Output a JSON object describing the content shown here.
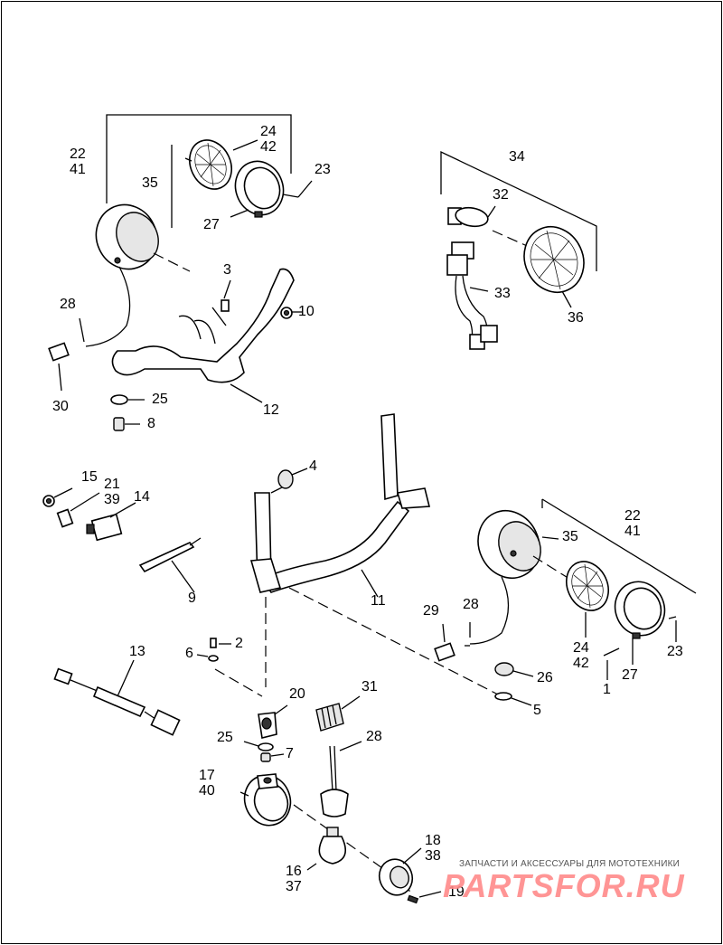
{
  "callouts": {
    "c1": "22",
    "c2": "41",
    "c3": "24",
    "c4": "42",
    "c5": "23",
    "c6": "35",
    "c7": "27",
    "c8": "3",
    "c9": "10",
    "c10": "28",
    "c11": "30",
    "c12": "25",
    "c13": "12",
    "c14": "8",
    "c15": "34",
    "c16": "32",
    "c17": "33",
    "c18": "36",
    "c19": "4",
    "c20": "15",
    "c21": "21",
    "c22": "39",
    "c23": "14",
    "c24": "9",
    "c25": "11",
    "c26": "22",
    "c27": "41",
    "c28": "35",
    "c29": "29",
    "c30": "28",
    "c31": "24",
    "c32": "42",
    "c33": "27",
    "c34": "1",
    "c35": "23",
    "c36": "26",
    "c37": "5",
    "c38": "13",
    "c39": "2",
    "c40": "6",
    "c41": "20",
    "c42": "31",
    "c43": "25",
    "c44": "7",
    "c45": "28",
    "c46": "17",
    "c47": "40",
    "c48": "16",
    "c49": "37",
    "c50": "18",
    "c51": "38",
    "c52": "19"
  },
  "watermark": {
    "caption": "ЗАПЧАСТИ И АКСЕССУАРЫ ДЛЯ МОТОТЕХНИКИ",
    "logo": "PARTSFOR.RU"
  }
}
